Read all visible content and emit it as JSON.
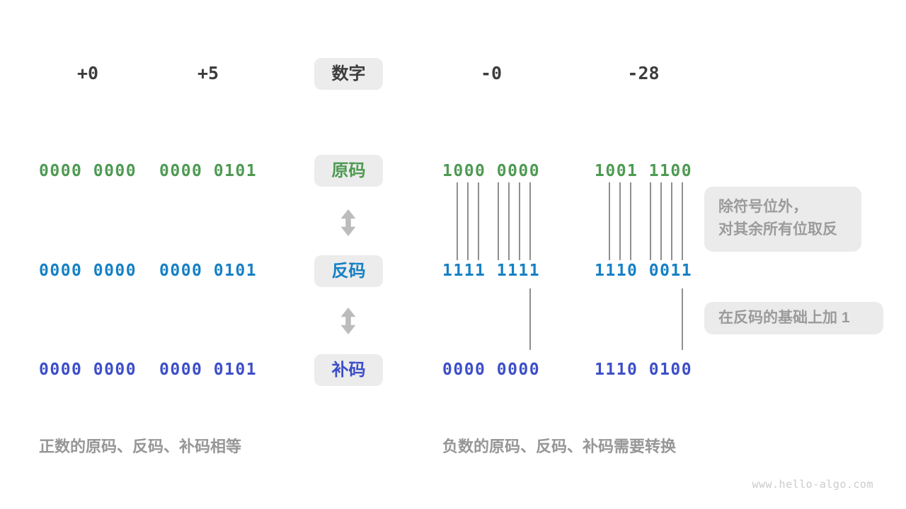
{
  "row_labels": {
    "number": "数字",
    "sign_magnitude": "原码",
    "ones_complement": "反码",
    "twos_complement": "补码"
  },
  "columns": [
    {
      "header": "+0",
      "sign_magnitude": "0000 0000",
      "ones_complement": "0000 0000",
      "twos_complement": "0000 0000"
    },
    {
      "header": "+5",
      "sign_magnitude": "0000 0101",
      "ones_complement": "0000 0101",
      "twos_complement": "0000 0101"
    },
    {
      "header": "-0",
      "sign_magnitude": "1000 0000",
      "ones_complement": "1111 1111",
      "twos_complement": "0000 0000"
    },
    {
      "header": "-28",
      "sign_magnitude": "1001 1100",
      "ones_complement": "1110 0011",
      "twos_complement": "1110 0100"
    }
  ],
  "notes": {
    "invert_line1": "除符号位外，",
    "invert_line2": "对其余所有位取反",
    "add_one": "在反码的基础上加 1"
  },
  "captions": {
    "positive": "正数的原码、反码、补码相等",
    "negative": "负数的原码、反码、补码需要转换"
  },
  "watermark": "www.hello-algo.com",
  "colors": {
    "sign_magnitude_green": "#4E9A52",
    "ones_complement_blue": "#1680C4",
    "twos_complement_indigo": "#3C4EC8",
    "label_box_bg": "#ECECEC",
    "note_text": "#9B9B9B",
    "caption_text": "#969696",
    "header_text": "#3C3C3C",
    "connector_line": "#8F8F8F",
    "arrow": "#BCBCBC"
  }
}
